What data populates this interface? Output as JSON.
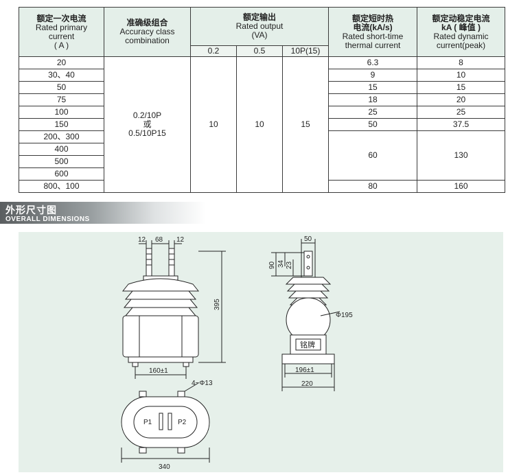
{
  "table": {
    "headers": {
      "primary_current": {
        "zh": "额定一次电流",
        "en1": "Rated primary",
        "en2": "current",
        "en3": "( A )"
      },
      "accuracy": {
        "zh": "准确级组合",
        "en1": "Accuracy class",
        "en2": "combination"
      },
      "output": {
        "zh": "额定输出",
        "en1": "Rated output",
        "en2": "(VA)"
      },
      "thermal": {
        "zh1": "额定短时热",
        "zh2": "电流(kA/s)",
        "en1": "Rated short-time",
        "en2": "thermal current"
      },
      "dynamic": {
        "zh": "额定动稳定电流",
        "zh2": "kA ( 峰值 )",
        "en1": "Rated dynamic",
        "en2": "current(peak)"
      }
    },
    "output_subheaders": [
      "0.2",
      "0.5",
      "10P(15)"
    ],
    "primary_currents": [
      "20",
      "30、40",
      "50",
      "75",
      "100",
      "150",
      "200、300",
      "400",
      "500",
      "600",
      "800、100"
    ],
    "accuracy_value": {
      "line1": "0.2/10P",
      "line2": "或",
      "line3": "0.5/10P15"
    },
    "output_values": [
      "10",
      "10",
      "15"
    ],
    "thermal_values": [
      "6.3",
      "9",
      "15",
      "18",
      "25",
      "50",
      "60",
      "80"
    ],
    "dynamic_values": [
      "8",
      "10",
      "15",
      "20",
      "25",
      "37.5",
      "130",
      "160"
    ]
  },
  "section": {
    "title_zh": "外形尺寸图",
    "title_en": "OVERALL DIMENSIONS"
  },
  "drawing": {
    "front": {
      "dim_12a": "12",
      "dim_68": "68",
      "dim_12b": "12",
      "dim_395": "395",
      "dim_160": "160±1"
    },
    "side": {
      "dim_50": "50",
      "dim_90": "90",
      "dim_34": "34",
      "dim_23": "23",
      "dim_195": "Φ195",
      "nameplate": "铭牌",
      "dim_196": "196±1",
      "dim_220": "220"
    },
    "bottom": {
      "dim_holes": "4−Φ13",
      "p1": "P1",
      "p2": "P2",
      "dim_340": "340"
    }
  }
}
